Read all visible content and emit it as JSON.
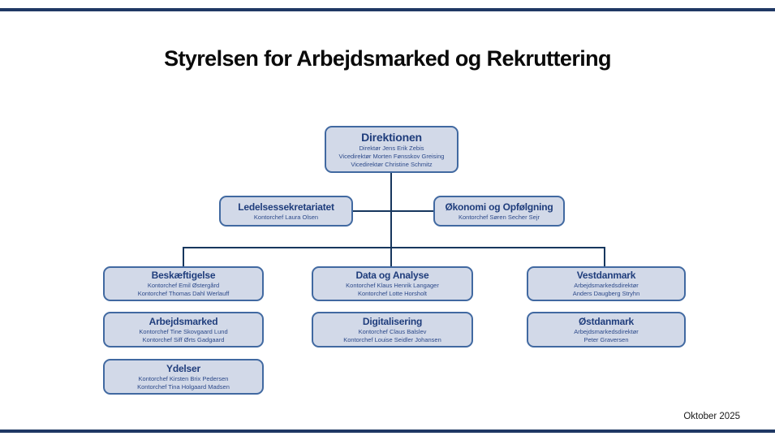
{
  "page": {
    "title": "Styrelsen for Arbejdsmarked og Rekruttering",
    "date_label": "Oktober 2025"
  },
  "colors": {
    "box_fill": "#d2d9e8",
    "box_border": "#4169a1",
    "box_title_text": "#1f3d7c",
    "box_sub_text": "#2d4a8a",
    "connector": "#17375e",
    "rule": "#1f3864",
    "title_text": "#0a0a0a",
    "background": "#ffffff"
  },
  "org": {
    "direktionen": {
      "title": "Direktionen",
      "lines": [
        "Direktør Jens Erik Zebis",
        "Vicedirektør Morten Fønsskov Greising",
        "Vicedirektør Christine Schmitz"
      ]
    },
    "staff": [
      {
        "title": "Ledelsessekretariatet",
        "lines": [
          "Kontorchef Laura Olsen"
        ]
      },
      {
        "title": "Økonomi og Opfølgning",
        "lines": [
          "Kontorchef Søren Secher Sejr"
        ]
      }
    ],
    "columns": [
      {
        "boxes": [
          {
            "title": "Beskæftigelse",
            "lines": [
              "Kontorchef Emil Østergård",
              "Kontorchef Thomas Dahl Werlauff"
            ]
          },
          {
            "title": "Arbejdsmarked",
            "lines": [
              "Kontorchef Tine Skovgaard Lund",
              "Kontorchef Siff Ørts Gadgaard"
            ]
          },
          {
            "title": "Ydelser",
            "lines": [
              "Kontorchef Kirsten Brix Pedersen",
              "Kontorchef Tina Holgaard Madsen"
            ]
          }
        ]
      },
      {
        "boxes": [
          {
            "title": "Data og Analyse",
            "lines": [
              "Kontorchef Klaus Henrik Langager",
              "Kontorchef Lotte Horsholt"
            ]
          },
          {
            "title": "Digitalisering",
            "lines": [
              "Kontorchef Claus Balslev",
              "Kontorchef Louise Seidler Johansen"
            ]
          }
        ]
      },
      {
        "boxes": [
          {
            "title": "Vestdanmark",
            "lines": [
              "Arbejdsmarkedsdirektør",
              "Anders Daugberg Stryhn"
            ]
          },
          {
            "title": "Østdanmark",
            "lines": [
              "Arbejdsmarkedsdirektør",
              "Peter Graversen"
            ]
          }
        ]
      }
    ]
  }
}
